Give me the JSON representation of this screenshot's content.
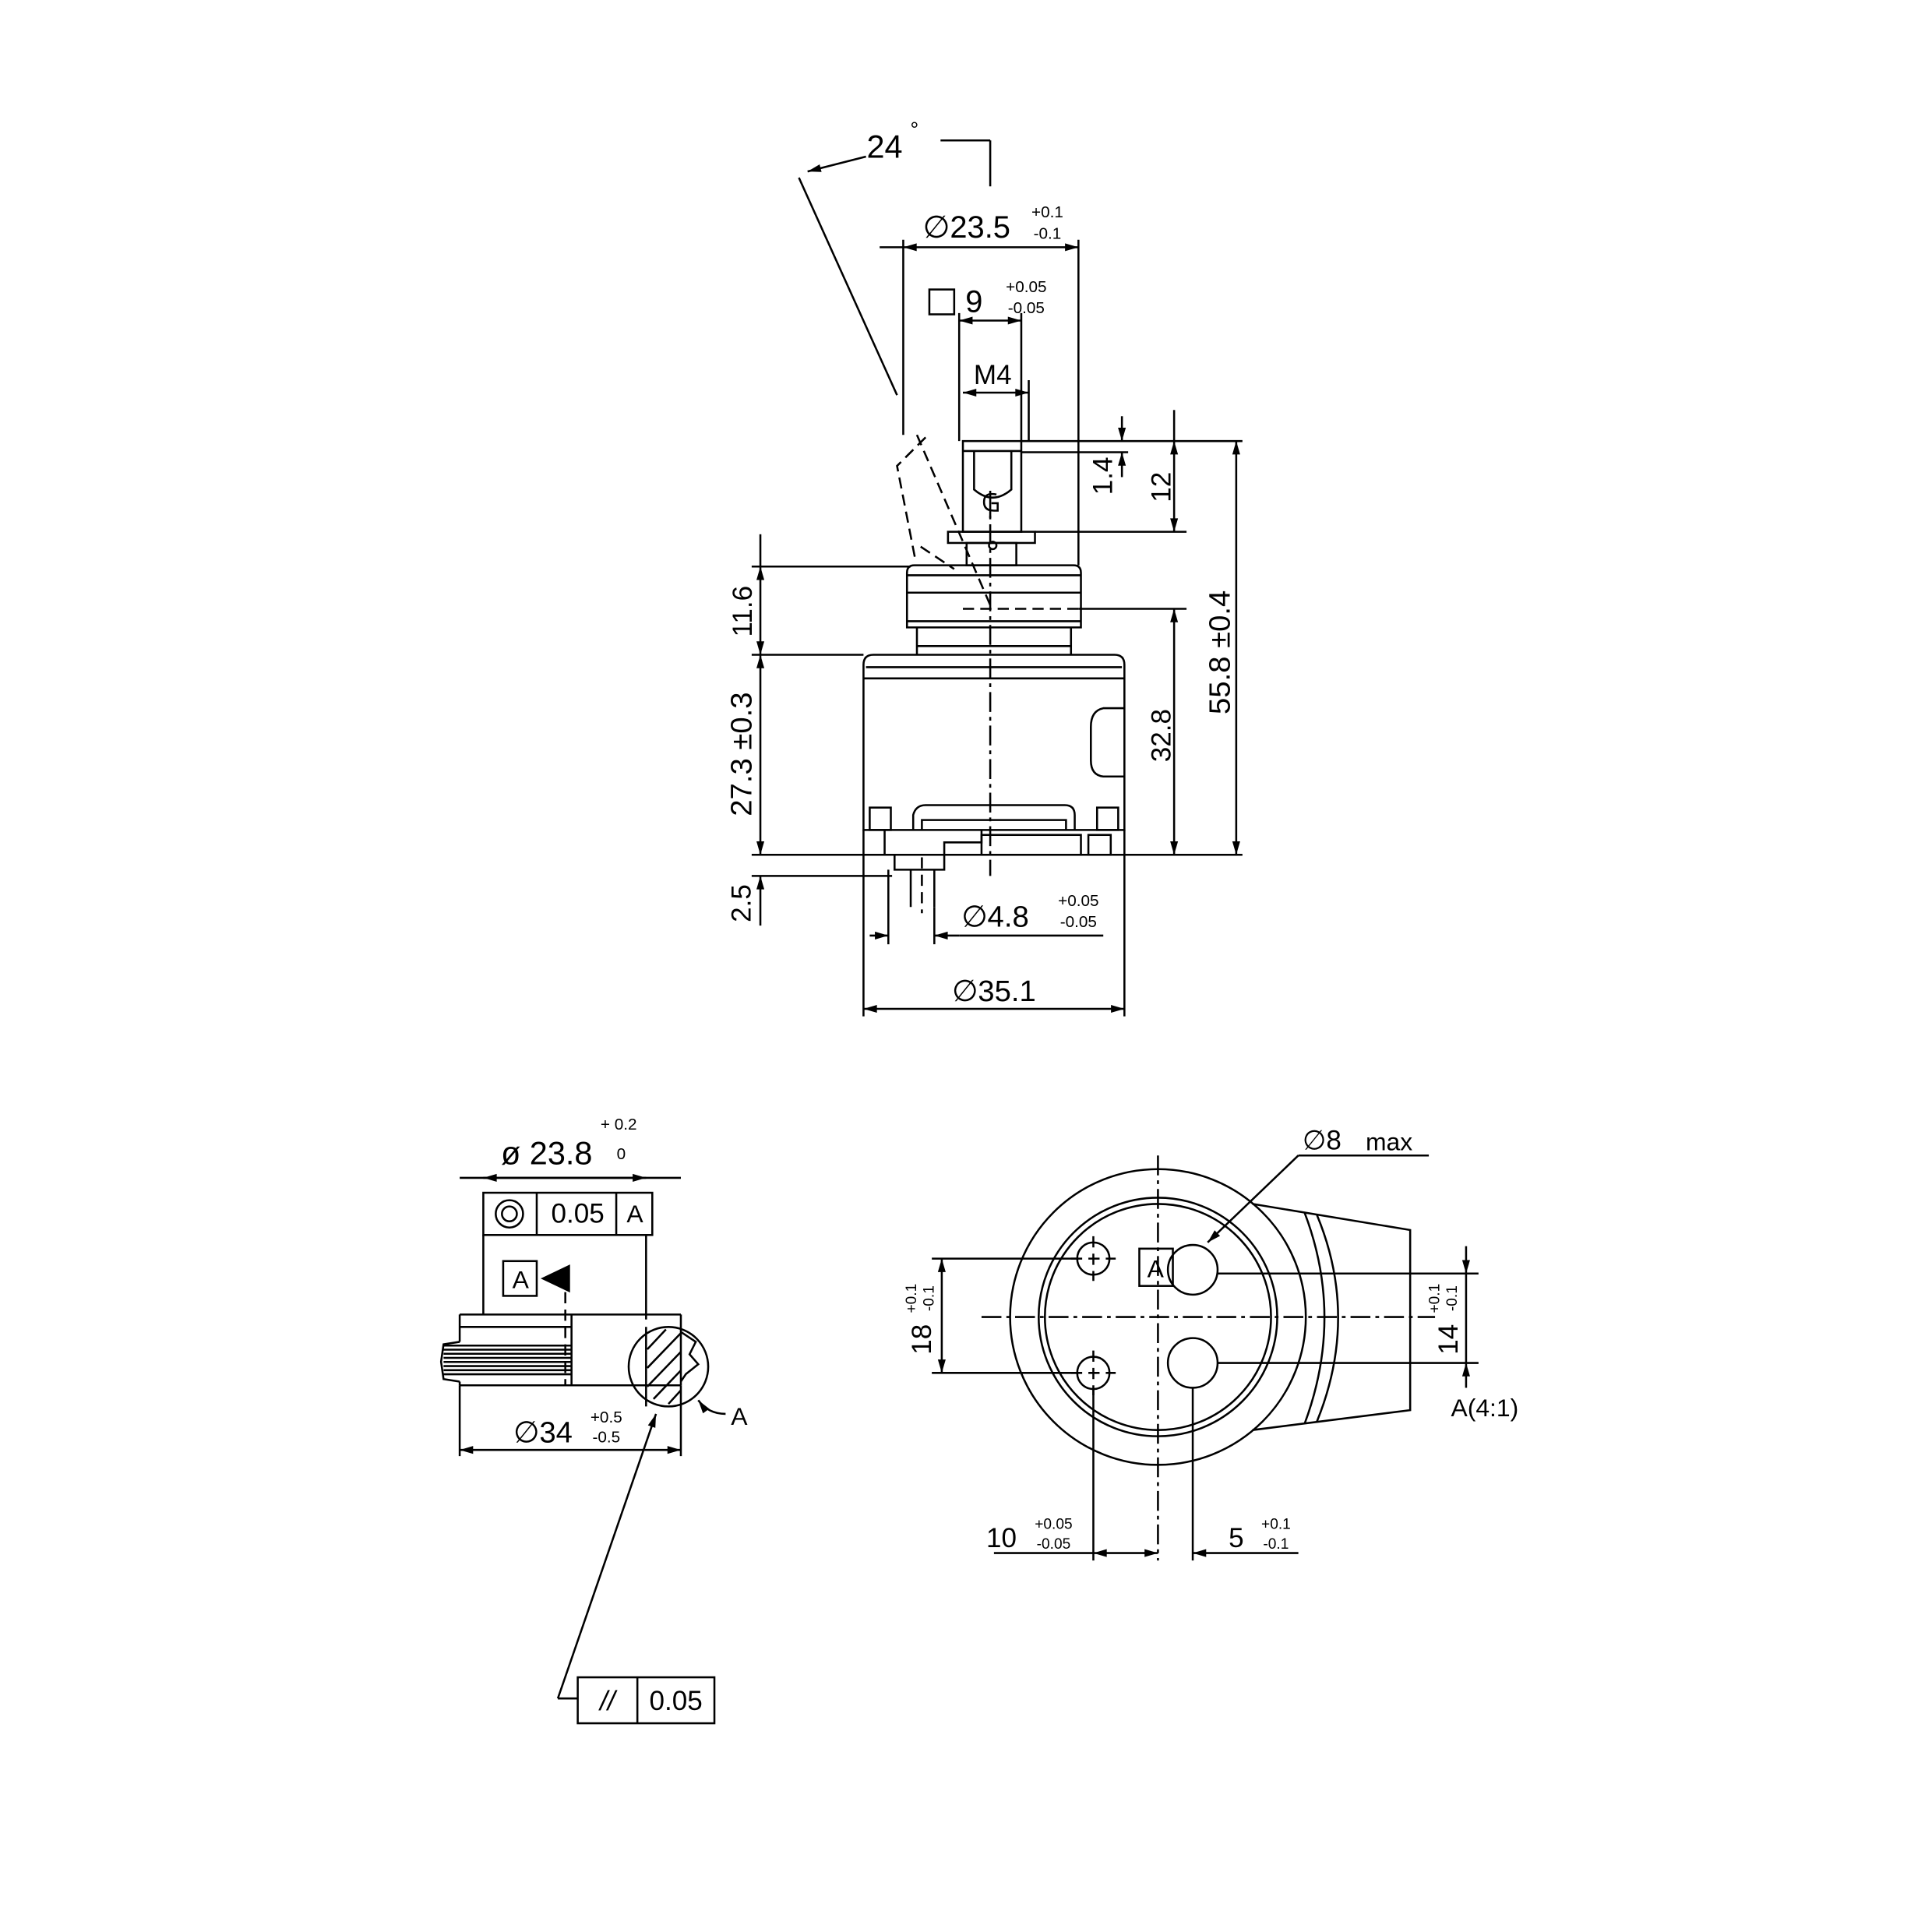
{
  "colors": {
    "ink": "#000000",
    "paper": "#ffffff"
  },
  "front_view": {
    "angle": {
      "value": "24",
      "unit": "°"
    },
    "top_diameter": {
      "value": "∅23.5",
      "upper_tol": "+0.1",
      "lower_tol": "-0.1"
    },
    "square_drive": {
      "value": "9",
      "upper_tol": "+0.05",
      "lower_tol": "-0.05"
    },
    "thread": "M4",
    "stem_step": "1.4",
    "stem_height": "12",
    "overall_height": "55.8 ±0.4",
    "body_height": "32.8",
    "neck_height": "11.6",
    "housing_height": "27.3 ±0.3",
    "pin_length": "2.5",
    "pin_diameter": {
      "value": "∅4.8",
      "upper_tol": "+0.05",
      "lower_tol": "-0.05"
    },
    "body_diameter": "∅35.1"
  },
  "side_view": {
    "bore_diameter": {
      "value": "ø 23.8",
      "upper_tol": "+ 0.2",
      "lower_tol": "0"
    },
    "concentricity_frame": {
      "tolerance": "0.05",
      "datum": "A"
    },
    "datum_label": "A",
    "outer_diameter": {
      "value": "∅34",
      "upper_tol": "+0.5",
      "lower_tol": "-0.5"
    },
    "detail_label": "A",
    "parallelism_frame": {
      "symbol": "//",
      "tolerance": "0.05"
    }
  },
  "bottom_view": {
    "port_diameter": {
      "value": "∅8",
      "suffix": "max"
    },
    "datum_label": "A",
    "spacing_left": {
      "value": "18",
      "upper_tol": "+0.1",
      "lower_tol": "-0.1"
    },
    "spacing_right": {
      "value": "14",
      "upper_tol": "+0.1",
      "lower_tol": "-0.1"
    },
    "detail_scale": "A(4:1)",
    "offset_left": {
      "value": "10",
      "upper_tol": "+0.05",
      "lower_tol": "-0.05"
    },
    "offset_right": {
      "value": "5",
      "upper_tol": "+0.1",
      "lower_tol": "-0.1"
    }
  }
}
